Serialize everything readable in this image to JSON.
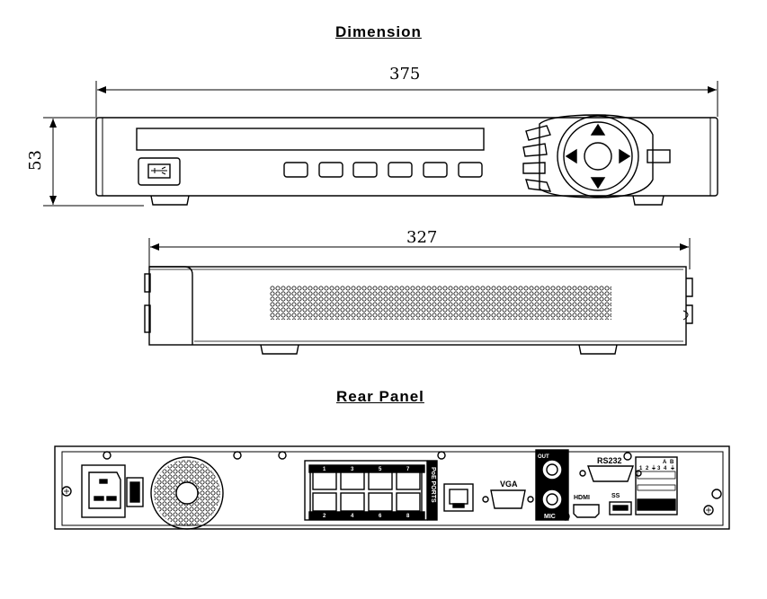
{
  "titles": {
    "dimension": "Dimension",
    "rear_panel": "Rear Panel"
  },
  "dimensions": {
    "front_width": "375",
    "height": "53",
    "side_depth": "327"
  },
  "rear_labels": {
    "poe": "PoE PORTS",
    "vga": "VGA",
    "rs232": "RS232",
    "hdmi": "HDMI",
    "usb": "SS",
    "audio_out": "OUT",
    "mic": "MIC",
    "port_top": [
      "1",
      "3",
      "5",
      "7"
    ],
    "port_bottom": [
      "2",
      "4",
      "6",
      "8"
    ],
    "alarm_top": [
      "A",
      "B"
    ],
    "alarm_pins": [
      "1",
      "2",
      "⏚",
      "3",
      "4",
      "⏚"
    ]
  }
}
